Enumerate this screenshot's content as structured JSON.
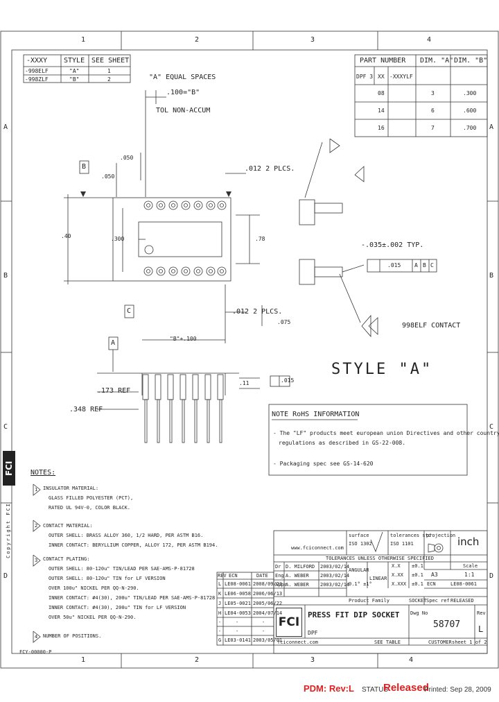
{
  "frame": {
    "top_zones": [
      "1",
      "2",
      "3",
      "4"
    ],
    "bottom_zones": [
      "1",
      "2",
      "3",
      "4"
    ],
    "left_zones": [
      "A",
      "B",
      "C",
      "D"
    ],
    "right_zones": [
      "A",
      "B",
      "C",
      "D"
    ]
  },
  "style_table": {
    "headers": [
      "-XXXY",
      "STYLE",
      "SEE SHEET"
    ],
    "rows": [
      [
        "-998ELF",
        "\"A\"",
        "1"
      ],
      [
        "-998ZLF",
        "\"B\"",
        "2"
      ]
    ]
  },
  "part_table": {
    "headers": [
      "PART NUMBER",
      "DIM. \"A\"",
      "DIM. \"B\""
    ],
    "pn_parts": [
      "DPF 3",
      "XX",
      "-XXXYLF"
    ],
    "rows": [
      [
        "08",
        "3",
        ".300"
      ],
      [
        "14",
        "6",
        ".600"
      ],
      [
        "16",
        "7",
        ".700"
      ]
    ]
  },
  "dims": {
    "equal_spaces": "\"A\" EQUAL SPACES",
    "spacing": ".100=\"B\"",
    "tol": "TOL NON-ACCUM",
    "d050a": ".050",
    "d050b": ".050",
    "d012a": ".012 2 PLCS.",
    "d40": ".40",
    "d300": ".300",
    "d78": ".78",
    "d035": "-.035±.002 TYP.",
    "gdt_value": ".015",
    "gdt_refs": [
      "A",
      "B",
      "C"
    ],
    "d012b": ".012 2 PLCS.",
    "d075": ".075",
    "dB100": "\"B\"+.100",
    "d173": ".173 REF",
    "d348": ".348 REF",
    "d11": ".11",
    "d015": ".015",
    "contact_label": "998ELF CONTACT",
    "datum_a": "A",
    "datum_b": "B",
    "datum_c": "C"
  },
  "style_label": "STYLE \"A\"",
  "rohs": {
    "heading": "NOTE RoHS INFORMATION",
    "line1": "- The \"LF\" products meet european union Directives and other country",
    "line2": "regulations as described in GS-22-008.",
    "line3": "- Packaging spec see GS-14-620"
  },
  "notes": {
    "heading": "NOTES:",
    "items": [
      {
        "num": "1",
        "lines": [
          "INSULATOR MATERIAL:",
          "GLASS FILLED POLYESTER (PCT),",
          "RATED UL 94V-0, COLOR BLACK."
        ]
      },
      {
        "num": "2",
        "lines": [
          "CONTACT MATERIAL:",
          "OUTER SHELL: BRASS ALLOY 360, 1/2 HARD, PER ASTM B16.",
          "INNER CONTACT: BERYLLIUM COPPER, ALLOY 172, PER ASTM B194."
        ]
      },
      {
        "num": "3",
        "lines": [
          "CONTACT PLATING:",
          "OUTER SHELL: 80-120u\" TIN/LEAD PER SAE-AMS-P-81728",
          "OUTER SHELL: 80-120u\" TIN for LF VERSION",
          "OVER 100u\" NICKEL PER QQ-N-290.",
          "INNER CONTACT: #4(30), 200u\" TIN/LEAD PER SAE-AMS-P-81728",
          "INNER CONTACT: #4(30), 200u\" TIN for LF VERSION",
          "OVER 50u\" NICKEL PER QQ-N-290."
        ]
      },
      {
        "num": "4",
        "lines": [
          "NUMBER OF POSITIONS."
        ]
      }
    ]
  },
  "title_block": {
    "website": "www.fciconnect.com",
    "surface": "surface",
    "surface_val": "ISO 1302",
    "tolerances": "tolerances std",
    "tol_val": "ISO 1101",
    "projection": "projection",
    "unit": "inch",
    "tol_note": "TOLERANCES UNLESS OTHERWISE SPECIFIED",
    "scale_label": "Scale",
    "scale": "1:1",
    "size": "A3",
    "linear": "LINEAR",
    "angular": "ANGULAR",
    "tx": [
      "X.X",
      "X.XX",
      "X.XXX"
    ],
    "tv": [
      "±0.1",
      "±0.1",
      "±0.1"
    ],
    "ecn": "ECN",
    "ecn_val": "LE08-0061",
    "ang_vals": [
      "0.1° ±1°",
      "±0.1°"
    ],
    "dr_role": "Dr",
    "dr_name": "D. MILFORD",
    "dr_date": "2003/02/14",
    "eng_role": "Eng",
    "eng_name": "A. WEBER",
    "eng_date": "2003/02/14",
    "apr_role": "Appr",
    "apr_name": "A. WEBER",
    "apr_date": "2003/02/14",
    "product_family": "Product Family",
    "pf_val": "SOCKET",
    "spec_ref": "Spec ref",
    "status": "RELEASED",
    "title": "PRESS FIT DIP SOCKET",
    "title2": "DPF",
    "dwg_label": "Dwg No",
    "dwg_no": "58707",
    "rev_label": "Rev",
    "rev": "L",
    "sheet": "sheet 1 of 2",
    "customer": "CUSTOMER",
    "see_table": "SEE TABLE",
    "copyright_small": "fciconnect.com"
  },
  "revisions": {
    "headers": [
      "REV",
      "ECN",
      "DATE"
    ],
    "rows": [
      [
        "L",
        "LE08-0061",
        "2008/09/23"
      ],
      [
        "K",
        "LE06-0058",
        "2006/06/13"
      ],
      [
        "J",
        "LE05-0021",
        "2005/06/22"
      ],
      [
        "H",
        "LE04-0053",
        "2004/07/14"
      ],
      [
        "-",
        "-",
        "-"
      ],
      [
        "-",
        "-",
        "-"
      ],
      [
        "G",
        "LE03-0141",
        "2003/05/01"
      ]
    ]
  },
  "side_copyright": "Copyright FCI",
  "bottom_code": "FCY-00000-P",
  "status_bar": {
    "pdm": "PDM: Rev:L",
    "status_label": "STATUS",
    "status_value": "Released",
    "printed": "Printed: Sep 28, 2009"
  }
}
